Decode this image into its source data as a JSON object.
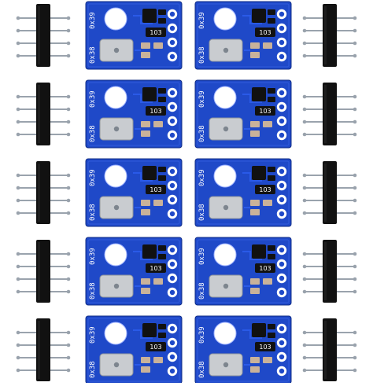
{
  "image": {
    "board_count": 10,
    "header_count": 10,
    "header_pin_count": 4,
    "board_labels": {
      "address_top": "0x39",
      "address_bottom": "0x38",
      "resistor": "103"
    },
    "colors": {
      "background": "#ffffff",
      "pcb_blue": "#1f49c8",
      "pcb_edge": "#0f2c86",
      "silkscreen": "#ffffff",
      "sensor_metal": "#c9ccd0",
      "smd_black": "#111111",
      "smd_tan": "#c9b29a",
      "header_plastic": "#111111",
      "pin_metal": "#9aa3ad"
    }
  }
}
